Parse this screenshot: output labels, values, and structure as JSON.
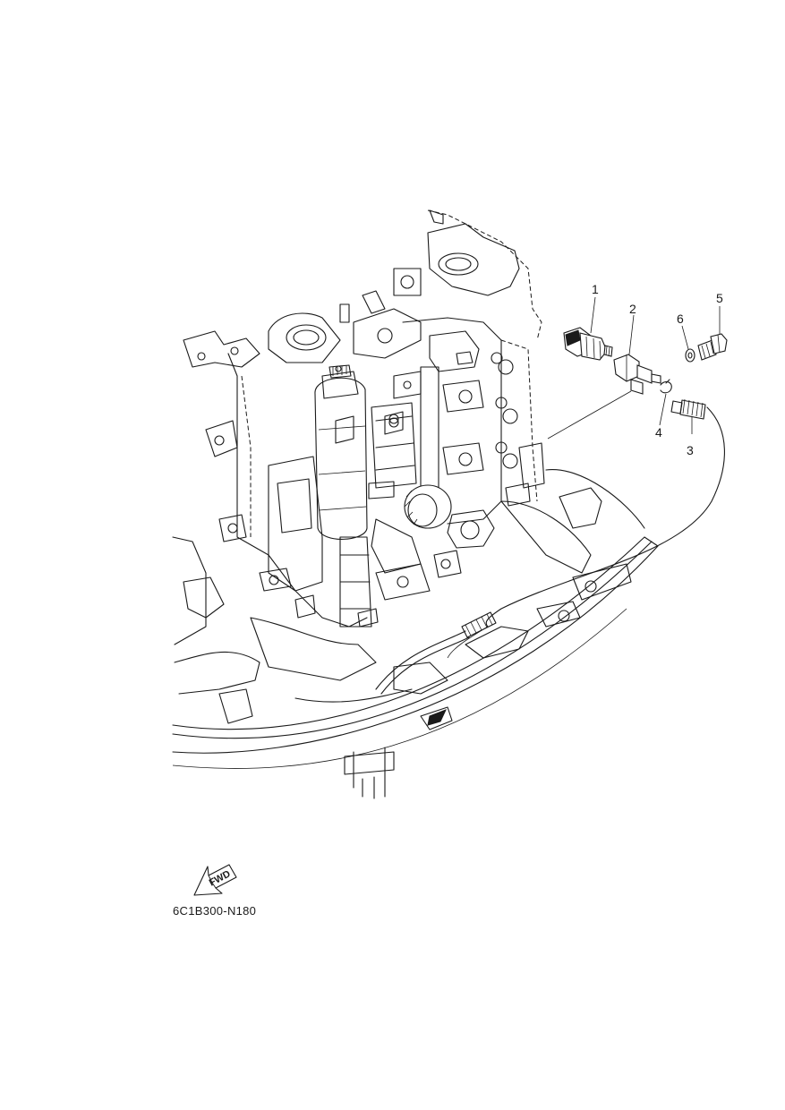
{
  "callouts": [
    {
      "number": "1"
    },
    {
      "number": "2"
    },
    {
      "number": "3"
    },
    {
      "number": "4"
    },
    {
      "number": "5"
    },
    {
      "number": "6"
    }
  ],
  "direction_arrow": {
    "label": "FWD"
  },
  "figure_code": "6C1B300-N180"
}
